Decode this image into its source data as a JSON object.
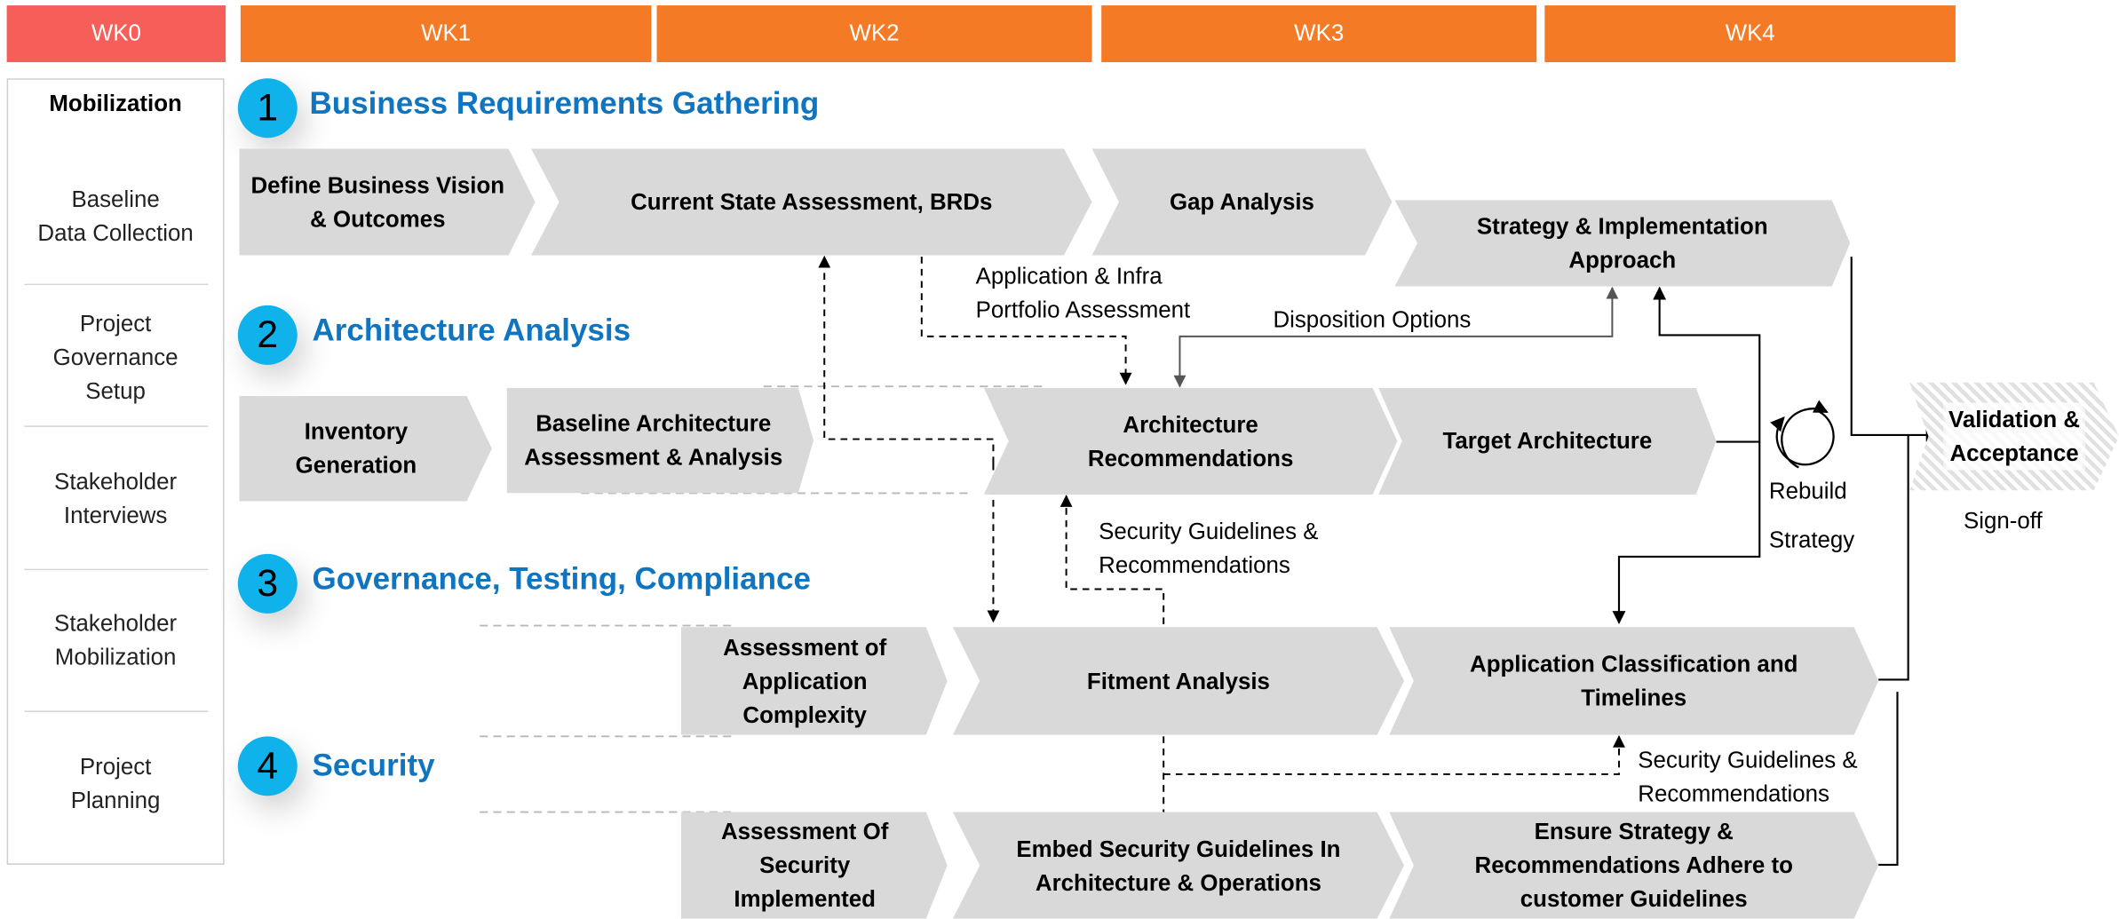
{
  "weeks": [
    "WK0",
    "WK1",
    "WK2",
    "WK3",
    "WK4"
  ],
  "sidebar": {
    "title": "Mobilization",
    "items": [
      [
        "Baseline",
        "Data Collection"
      ],
      [
        "Project",
        "Governance",
        "Setup"
      ],
      [
        "Stakeholder",
        "Interviews"
      ],
      [
        "Stakeholder",
        "Mobilization"
      ],
      [
        "Project",
        "Planning"
      ]
    ]
  },
  "sections": [
    {
      "number": "1",
      "title": "Business Requirements Gathering"
    },
    {
      "number": "2",
      "title": "Architecture Analysis"
    },
    {
      "number": "3",
      "title": "Governance, Testing, Compliance"
    },
    {
      "number": "4",
      "title": "Security"
    }
  ],
  "steps": [
    [
      "Define Business Vision",
      "& Outcomes"
    ],
    [
      "Current State Assessment, BRDs"
    ],
    [
      "Gap Analysis"
    ],
    [
      "Strategy & Implementation",
      "Approach"
    ],
    [
      "Inventory",
      "Generation"
    ],
    [
      "Baseline Architecture",
      "Assessment & Analysis"
    ],
    [
      "Architecture",
      "Recommendations"
    ],
    [
      "Target Architecture"
    ],
    [
      "Assessment of",
      "Application",
      "Complexity"
    ],
    [
      "Fitment Analysis"
    ],
    [
      "Application Classification and",
      "Timelines"
    ],
    [
      "Assessment Of",
      "Security",
      "Implemented"
    ],
    [
      "Embed Security Guidelines In",
      "Architecture & Operations"
    ],
    [
      "Ensure Strategy &",
      "Recommendations Adhere to",
      "customer Guidelines"
    ]
  ],
  "final_step": [
    "Validation &",
    "Acceptance"
  ],
  "labels": {
    "app_infra": [
      "Application & Infra",
      "Portfolio Assessment"
    ],
    "disposition": "Disposition Options",
    "security_1": [
      "Security Guidelines &",
      "Recommendations"
    ],
    "security_2": [
      "Security Guidelines &",
      "Recommendations"
    ],
    "rebuild": "Rebuild",
    "strategy": "Strategy",
    "signoff": "Sign-off"
  },
  "colors": {
    "wk0": "#f65f59",
    "weeks": "#f47a25",
    "circle": "#0fb2ea",
    "section_title": "#0f75c0",
    "chevron": "#d9d9d9"
  }
}
